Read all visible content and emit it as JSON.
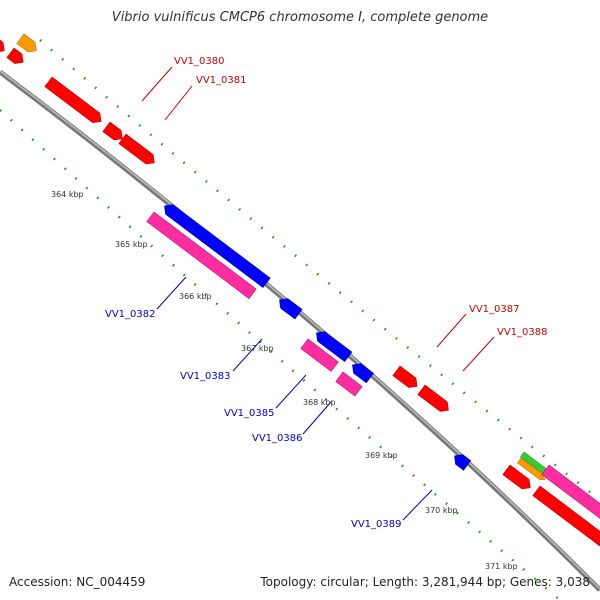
{
  "title": "Vibrio vulnificus CMCP6 chromosome I, complete genome",
  "footer": {
    "accession": "Accession: NC_004459",
    "topology": "Topology: circular; Length: 3,281,944 bp; Genes: 3,038"
  },
  "colors": {
    "backbone": "#8c8c8c",
    "forward_cds": "#ff0000",
    "reverse_cds": "#0000ff",
    "pink_feature": "#ff2da0",
    "orange_feature": "#ff9900",
    "green_feature": "#33cc33",
    "tick": "#1f8f1f",
    "label_forward": "#cc0000",
    "label_reverse": "#0000cc"
  },
  "kbp_ticks": [
    "364 kbp",
    "365 kbp",
    "366 kbp",
    "367 kbp",
    "368 kbp",
    "369 kbp",
    "370 kbp",
    "371 kbp"
  ],
  "gene_labels": [
    {
      "text": "VV1_0380",
      "strand": "forward"
    },
    {
      "text": "VV1_0381",
      "strand": "forward"
    },
    {
      "text": "VV1_0387",
      "strand": "forward"
    },
    {
      "text": "VV1_0388",
      "strand": "forward"
    },
    {
      "text": "VV1_0382",
      "strand": "reverse"
    },
    {
      "text": "VV1_0383",
      "strand": "reverse"
    },
    {
      "text": "VV1_0385",
      "strand": "reverse"
    },
    {
      "text": "VV1_0386",
      "strand": "reverse"
    },
    {
      "text": "VV1_0389",
      "strand": "reverse"
    }
  ]
}
